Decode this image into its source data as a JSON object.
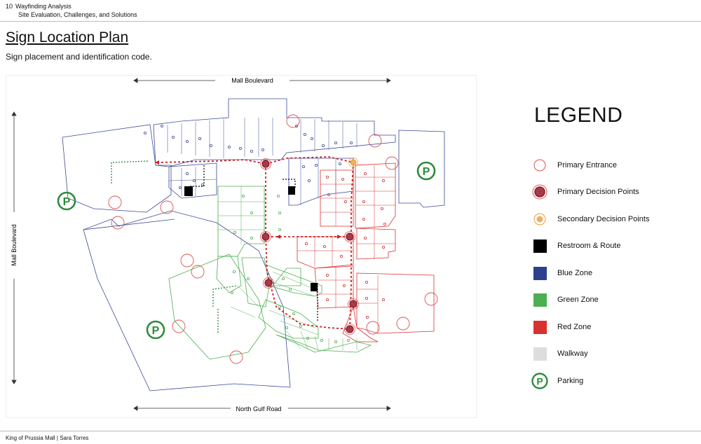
{
  "header": {
    "page_number": "10",
    "section": "Wayfinding Analysis",
    "subsection": "Site Evaluation, Challenges, and Solutions"
  },
  "title": "Sign Location Plan",
  "subtitle": "Sign placement and identification code.",
  "map": {
    "road_top": "Mall Boulevard",
    "road_left": "Mall Boulevard",
    "road_bottom": "North Gulf Road",
    "parking_symbol": "P"
  },
  "legend": {
    "title": "LEGEND",
    "items": [
      {
        "label": "Primary Entrance",
        "icon": "open-circle-icon",
        "color": "#d9534f"
      },
      {
        "label": "Primary Decision Points",
        "icon": "decision-point-icon",
        "color": "#8b1a2a"
      },
      {
        "label": "Secondary Decision Points",
        "icon": "secondary-point-icon",
        "color": "#e89a3c"
      },
      {
        "label": "Restroom & Route",
        "icon": "black-square-icon",
        "color": "#000000"
      },
      {
        "label": "Blue Zone",
        "icon": "square-icon",
        "color": "#2e3f8f"
      },
      {
        "label": "Green Zone",
        "icon": "square-icon",
        "color": "#4caf50"
      },
      {
        "label": "Red Zone",
        "icon": "square-icon",
        "color": "#d93030"
      },
      {
        "label": "Walkway",
        "icon": "square-icon",
        "color": "#dddddd"
      },
      {
        "label": "Parking",
        "icon": "parking-icon",
        "color": "#2e8b3a"
      }
    ]
  },
  "footer": "King of Prussia Mall | Sara Torres",
  "colors": {
    "blue_zone": "#3b4a9a",
    "green_zone": "#4caf50",
    "red_zone": "#d93030",
    "entrance": "#d9534f",
    "route": "#cc1f1f",
    "parking": "#2e8b3a"
  }
}
